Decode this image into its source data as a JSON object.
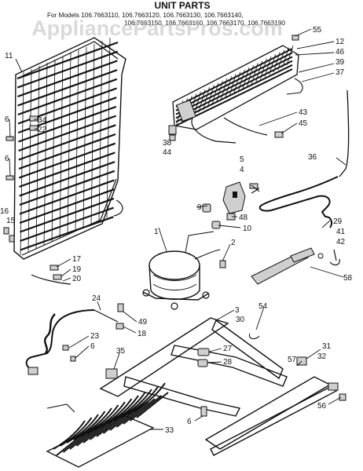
{
  "title": "UNIT PARTS",
  "models_line1": "For Models 106.7663110, 106.7663120, 106.7663130, 106.7663140,",
  "models_line2": "106.7663150, 106.7663160, 106.7663170, 106.7663190",
  "watermark": "AppliancePartsPros.com",
  "callouts": [
    {
      "id": "11",
      "label": "11"
    },
    {
      "id": "55",
      "label": "55"
    },
    {
      "id": "12",
      "label": "12"
    },
    {
      "id": "46",
      "label": "46"
    },
    {
      "id": "39",
      "label": "39"
    },
    {
      "id": "37",
      "label": "37"
    },
    {
      "id": "6a",
      "label": "6"
    },
    {
      "id": "34",
      "label": "34"
    },
    {
      "id": "22",
      "label": "22"
    },
    {
      "id": "6b",
      "label": "6"
    },
    {
      "id": "43",
      "label": "43"
    },
    {
      "id": "45",
      "label": "45"
    },
    {
      "id": "38",
      "label": "38"
    },
    {
      "id": "44",
      "label": "44"
    },
    {
      "id": "36",
      "label": "36"
    },
    {
      "id": "5",
      "label": "5"
    },
    {
      "id": "4",
      "label": "4"
    },
    {
      "id": "9",
      "label": "9"
    },
    {
      "id": "48",
      "label": "48"
    },
    {
      "id": "16",
      "label": "16"
    },
    {
      "id": "15",
      "label": "15"
    },
    {
      "id": "1",
      "label": "1"
    },
    {
      "id": "10",
      "label": "10"
    },
    {
      "id": "2",
      "label": "2"
    },
    {
      "id": "29",
      "label": "29"
    },
    {
      "id": "41",
      "label": "41"
    },
    {
      "id": "42",
      "label": "42"
    },
    {
      "id": "17",
      "label": "17"
    },
    {
      "id": "19",
      "label": "19"
    },
    {
      "id": "20",
      "label": "20"
    },
    {
      "id": "58",
      "label": "58"
    },
    {
      "id": "24",
      "label": "24"
    },
    {
      "id": "54",
      "label": "54"
    },
    {
      "id": "49",
      "label": "49"
    },
    {
      "id": "3",
      "label": "3"
    },
    {
      "id": "30",
      "label": "30"
    },
    {
      "id": "18",
      "label": "18"
    },
    {
      "id": "23",
      "label": "23"
    },
    {
      "id": "6c",
      "label": "6"
    },
    {
      "id": "35",
      "label": "35"
    },
    {
      "id": "31",
      "label": "31"
    },
    {
      "id": "32",
      "label": "32"
    },
    {
      "id": "57",
      "label": "57"
    },
    {
      "id": "27",
      "label": "27"
    },
    {
      "id": "28",
      "label": "28"
    },
    {
      "id": "56",
      "label": "56"
    },
    {
      "id": "6d",
      "label": "6"
    },
    {
      "id": "33",
      "label": "33"
    }
  ]
}
